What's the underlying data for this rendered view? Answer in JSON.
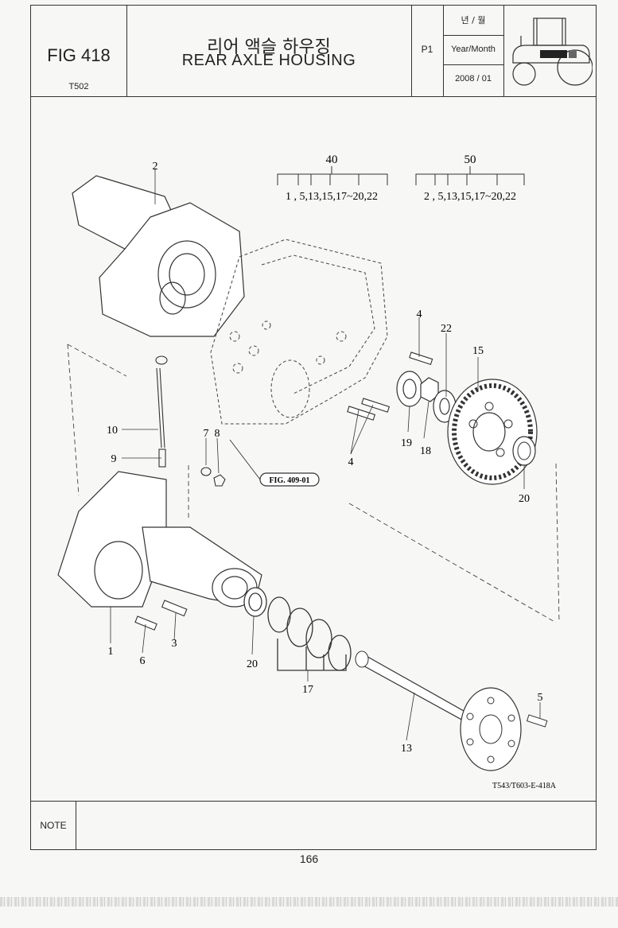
{
  "header": {
    "fig_number": "FIG 418",
    "model_code": "T502",
    "title_korean": "리어 액슬 하우징",
    "title_english": "REAR AXLE HOUSING",
    "page_code": "P1",
    "date_label_korean": "년 / 월",
    "date_label_english": "Year/Month",
    "date_value": "2008 / 01"
  },
  "drawing": {
    "part_numbers": [
      "1",
      "2",
      "3",
      "4",
      "4",
      "5",
      "6",
      "7",
      "8",
      "9",
      "10",
      "13",
      "15",
      "17",
      "18",
      "19",
      "20",
      "20",
      "22"
    ],
    "group_40": {
      "number": "40",
      "members": "1 , 5,13,15,17~20,22"
    },
    "group_50": {
      "number": "50",
      "members": "2 , 5,13,15,17~20,22"
    },
    "reference_label": "FIG. 409-01",
    "drawing_code": "T543/T603-E-418A"
  },
  "footer": {
    "note_label": "NOTE",
    "page_number": "166"
  },
  "colors": {
    "line": "#333333",
    "paper": "#f7f7f5"
  },
  "icons": [
    "tractor-icon"
  ]
}
